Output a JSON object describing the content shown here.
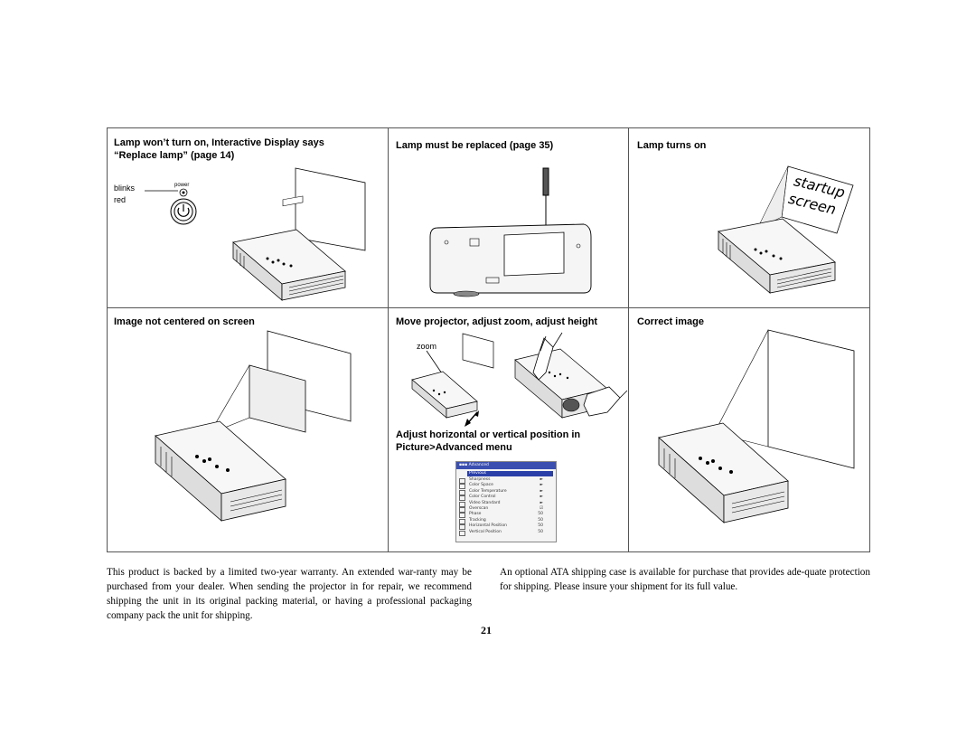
{
  "panels": {
    "p1": {
      "title_line1": "Lamp won’t turn on, Interactive Display says",
      "title_line2": "“Replace lamp” (page 14)",
      "label_blinks": "blinks",
      "label_red": "red",
      "label_power": "power"
    },
    "p2": {
      "title": "Lamp must be replaced (page 35)"
    },
    "p3": {
      "title": "Lamp turns on",
      "screen_word1": "startup",
      "screen_word2": "screen"
    },
    "p4": {
      "title": "Image not centered on screen"
    },
    "p5": {
      "title": "Move projector, adjust zoom, adjust height",
      "label_zoom": "zoom",
      "subtitle_line1": "Adjust horizontal or vertical position in",
      "subtitle_line2": "Picture>Advanced menu"
    },
    "p6": {
      "title": "Correct image"
    }
  },
  "menu": {
    "title": "Advanced",
    "previous": "Previous",
    "items": [
      {
        "label": "Sharpness",
        "value": "►"
      },
      {
        "label": "Color Space",
        "value": "►"
      },
      {
        "label": "Color Temperature",
        "value": "►"
      },
      {
        "label": "Color Control",
        "value": "►"
      },
      {
        "label": "Video Standard",
        "value": "►"
      },
      {
        "label": "Overscan",
        "value": "☑"
      },
      {
        "label": "Phase",
        "value": "50"
      },
      {
        "label": "Tracking",
        "value": "50"
      },
      {
        "label": "Horizontal Position",
        "value": "50"
      },
      {
        "label": "Vertical Position",
        "value": "50"
      }
    ]
  },
  "footer": {
    "left_text": "This product is backed by a limited two-year warranty. An extended war-ranty may be purchased from your dealer. When sending the projector in for repair, we recommend shipping the unit in its original packing material, or having a professional packaging company pack the unit for shipping.",
    "right_text": "An optional ATA shipping case is available for purchase that provides ade-quate protection for shipping. Please insure your shipment for its full value.",
    "page_number": "21"
  }
}
